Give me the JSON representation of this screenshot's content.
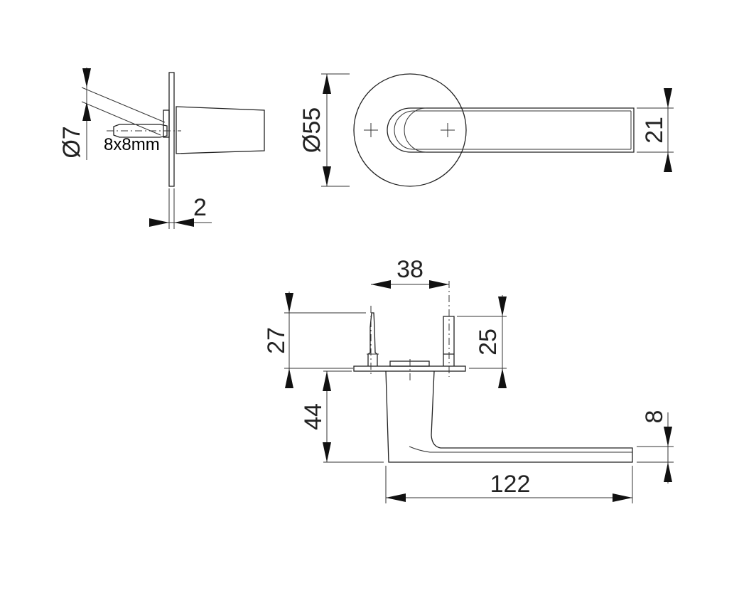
{
  "dimensions": {
    "spindle_diameter": "Ø7",
    "spindle_square": "8x8mm",
    "plate_thickness": "2",
    "rose_diameter": "Ø55",
    "lever_height": "21",
    "screw_spacing": "38",
    "spindle_length_left": "27",
    "spindle_length_right": "25",
    "projection": "44",
    "lever_thickness": "8",
    "lever_length": "122"
  }
}
